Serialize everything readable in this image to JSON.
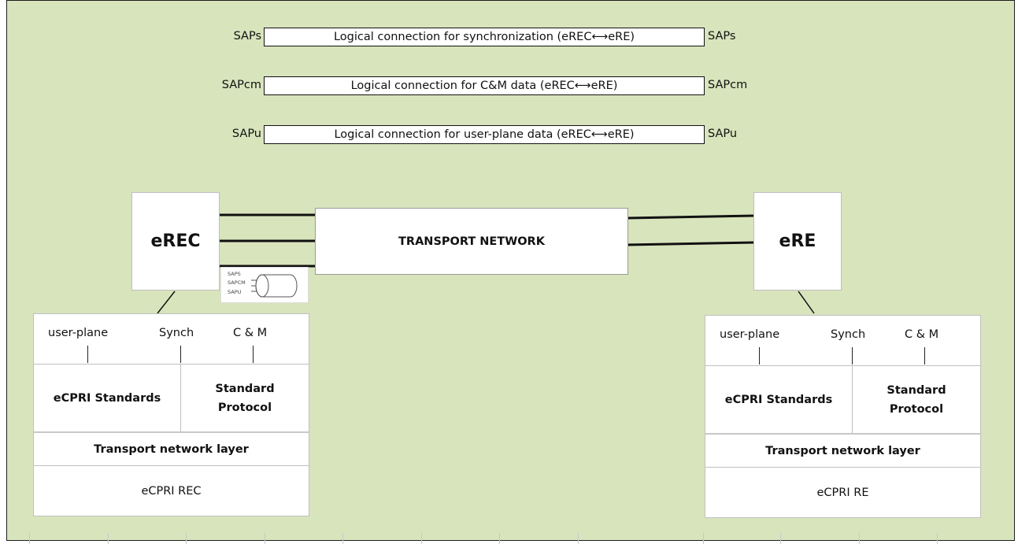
{
  "sap_rows": [
    {
      "left": "SAPs",
      "text": "Logical connection for synchronization (eREC⟷eRE)",
      "right": "SAPs"
    },
    {
      "left": "SAPcm",
      "text": "Logical connection for C&M data (eREC⟷eRE)",
      "right": "SAPcm"
    },
    {
      "left": "SAPu",
      "text": "Logical connection for user-plane data (eREC⟷eRE)",
      "right": "SAPu"
    }
  ],
  "nodes": {
    "erec": "eREC",
    "ere": "eRE",
    "transport": "TRANSPORT NETWORK"
  },
  "sap_icon": {
    "l1": "SAPS",
    "l2": "SAPCM",
    "l3": "SAPU"
  },
  "stack_left": {
    "user_plane": "user-plane",
    "synch": "Synch",
    "cm": "C & M",
    "standards": "eCPRI Standards",
    "protocol_1": "Standard",
    "protocol_2": "Protocol",
    "tnl": "Transport network layer",
    "bottom": "eCPRI REC"
  },
  "stack_right": {
    "user_plane": "user-plane",
    "synch": "Synch",
    "cm": "C & M",
    "standards": "eCPRI Standards",
    "protocol_1": "Standard",
    "protocol_2": "Protocol",
    "tnl": "Transport network layer",
    "bottom": "eCPRI RE"
  }
}
